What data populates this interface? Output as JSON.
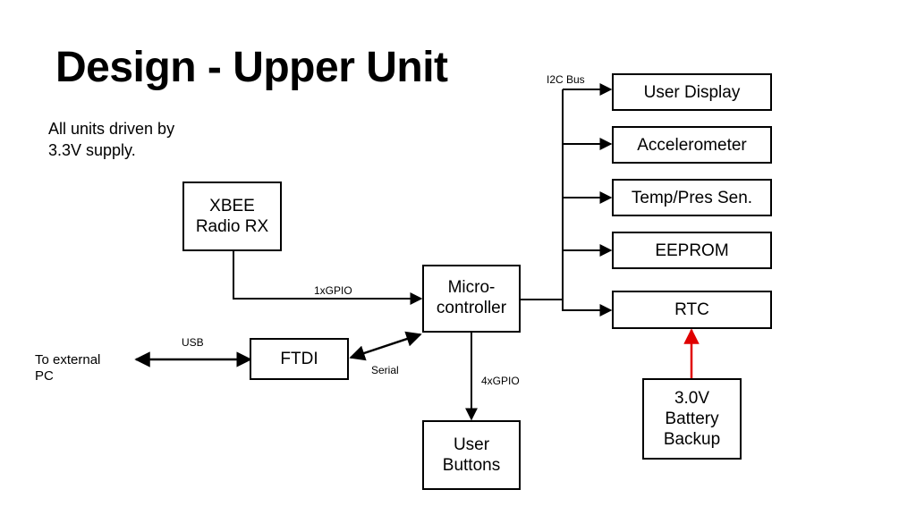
{
  "title": "Design - Upper Unit",
  "note": [
    "All units driven by",
    "3.3V supply."
  ],
  "blocks": {
    "xbee": [
      "XBEE",
      "Radio RX"
    ],
    "micro": [
      "Micro-",
      "controller"
    ],
    "ftdi": [
      "FTDI"
    ],
    "buttons": [
      "User",
      "Buttons"
    ],
    "battery": [
      "3.0V",
      "Battery",
      "Backup"
    ],
    "user_display": [
      "User Display"
    ],
    "accelerometer": [
      "Accelerometer"
    ],
    "temp_pres": [
      "Temp/Pres Sen."
    ],
    "eeprom": [
      "EEPROM"
    ],
    "rtc": [
      "RTC"
    ]
  },
  "labels": {
    "i2c": "I2C Bus",
    "gpio1": "1xGPIO",
    "gpio4": "4xGPIO",
    "usb": "USB",
    "serial": "Serial",
    "external": [
      "To external",
      "PC"
    ]
  },
  "colors": {
    "battery_link": "#e00000"
  }
}
